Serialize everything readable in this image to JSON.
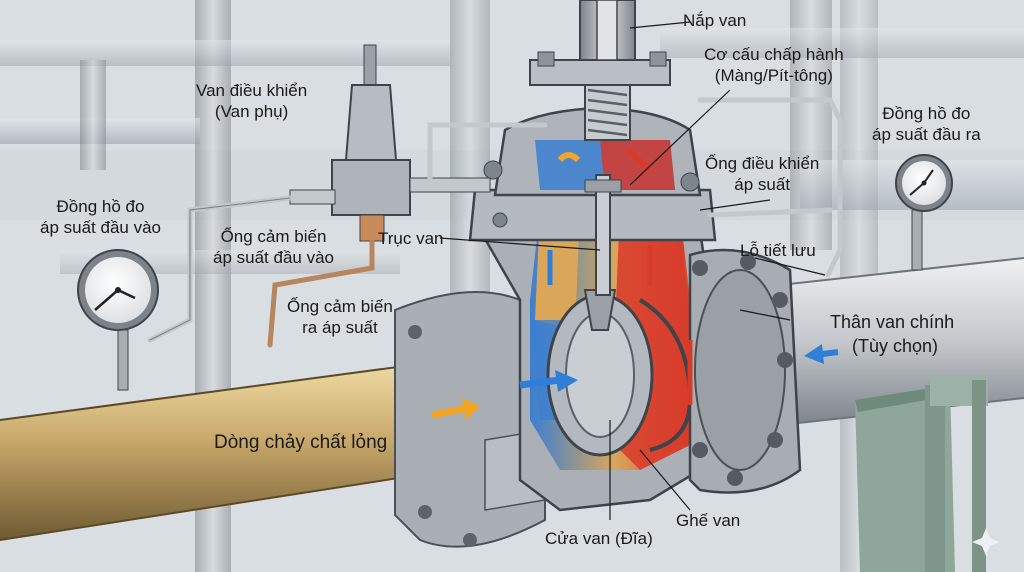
{
  "colors": {
    "inlet_pipe": "#c8a86a",
    "outlet_pipe": "#c4c8cc",
    "steel": "#9ea4a9",
    "hot_fluid": "#d83a2a",
    "cold_fluid": "#3b7fd1",
    "fluid_mid": "#d9a65a",
    "arrow_flow": "#f2a623",
    "arrow_blue": "#2f7fd9",
    "background": "#d9dee2"
  },
  "labels": {
    "bonnet": "Nắp van",
    "actuator": [
      "Cơ cấu chấp hành",
      "(Màng/Pít-tông)"
    ],
    "pilot_valve": [
      "Van điều khiển",
      "(Van phụ)"
    ],
    "outlet_gauge": [
      "Đồng hồ đo",
      "áp suất đầu ra"
    ],
    "inlet_gauge": [
      "Đồng hồ đo",
      "áp suất đầu vào"
    ],
    "control_tube": [
      "Ống điều khiển",
      "áp suất"
    ],
    "inlet_sensing": [
      "Ống cảm biến",
      "áp suất đầu vào"
    ],
    "stem": "Trục van",
    "orifice": "Lỗ tiết lưu",
    "outlet_sensing": [
      "Ống cảm biến",
      "ra áp suất"
    ],
    "main_body": "Thân van chính",
    "optional": "(Tùy chọn)",
    "fluid_flow": "Dòng chảy chất lỏng",
    "seat": "Ghế van",
    "disc": "Cửa van (Đĩa)"
  },
  "icons": [
    "gauge-icon",
    "flow-arrow-icon",
    "sparkle-icon"
  ]
}
